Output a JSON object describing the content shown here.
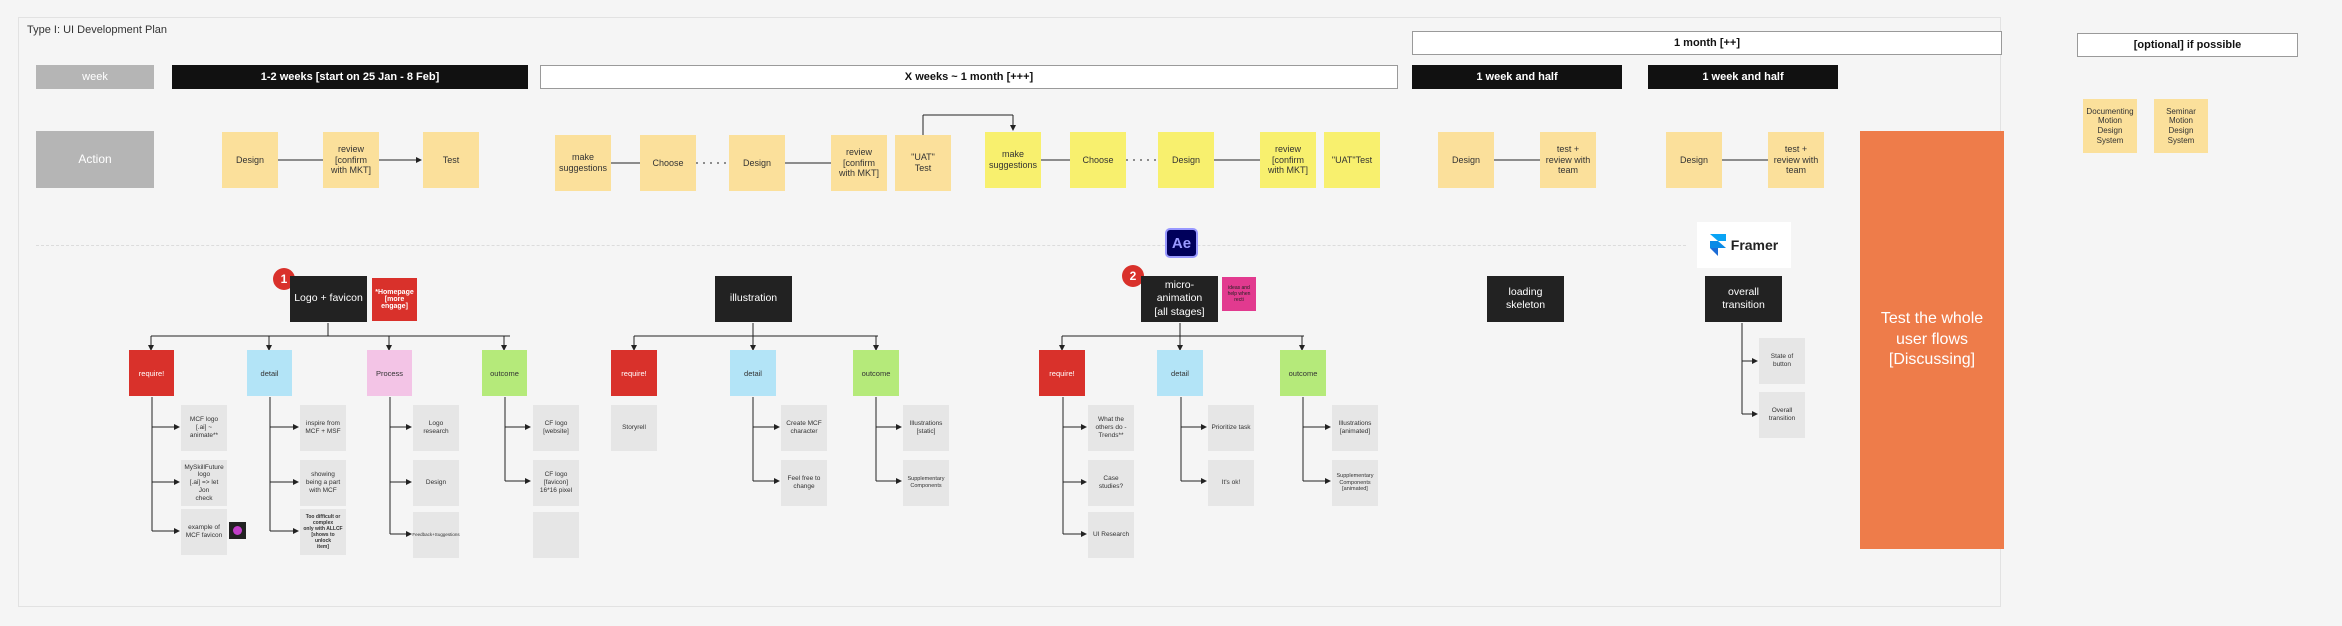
{
  "title": "Type I: UI Development Plan",
  "header": {
    "week": "week",
    "phase1": "1-2 weeks [start on 25 Jan - 8 Feb]",
    "phase2": "X weeks ~ 1 month [+++]",
    "month_overall": "1 month [++]",
    "phase3": "1 week and half",
    "phase4": "1 week and half",
    "optional": "[optional] if possible"
  },
  "action_label": "Action",
  "actions": {
    "p1": [
      "Design",
      "review\n[confirm\nwith MKT]",
      "Test"
    ],
    "p2": [
      "make\nsuggestions",
      "Choose",
      "Design",
      "review\n[confirm\nwith MKT]",
      "\"UAT\"\nTest"
    ],
    "p2b": [
      "make\nsuggestions",
      "Choose",
      "Design",
      "review\n[confirm\nwith MKT]",
      "\"UAT\"Test"
    ],
    "p3": [
      "Design",
      "test +\nreview with\nteam"
    ],
    "p4": [
      "Design",
      "test +\nreview with\nteam"
    ],
    "optional": [
      "Documenting\nMotion\nDesign\nSystem",
      "Seminar\nMotion\nDesign\nSystem"
    ]
  },
  "icons": {
    "ae_label": "Ae",
    "framer_label": "Framer"
  },
  "sections": {
    "logo": {
      "badge": "1",
      "title": "Logo + favicon",
      "note": "*Homepage\n[more\nengage]",
      "tags": [
        "require!",
        "detail",
        "Process",
        "outcome"
      ],
      "require": [
        "MCF logo\n[.ai] ~\nanimate**",
        "MySkillFuture\nlogo\n[.ai] => let Jon\ncheck",
        "example of\nMCF favicon"
      ],
      "detail": [
        "inspire from\nMCF + MSF",
        "showing\nbeing a part\nwith MCF",
        "Too difficult or complex\nonly with ALLCF\n[shows to unlock\nitem]"
      ],
      "process": [
        "Logo\nresearch",
        "Design",
        "Feedback+Suggestions"
      ],
      "outcome": [
        "CF logo\n[website]",
        "CF logo\n[favicon]\n16*16 pixel",
        ""
      ]
    },
    "illustration": {
      "title": "illustration",
      "tags": [
        "require!",
        "detail",
        "outcome"
      ],
      "require": [
        "Storyrell"
      ],
      "detail": [
        "Create MCF\ncharacter",
        "Feel free to\nchange"
      ],
      "outcome": [
        "Illustrations\n[static]",
        "Supplementary\nComponents"
      ]
    },
    "micro": {
      "badge": "2",
      "title": "micro-\nanimation\n[all stages]",
      "note": "ideas and\nhelp when\nrecti",
      "tags": [
        "require!",
        "detail",
        "outcome"
      ],
      "require": [
        "What the\nothers do -\nTrends**",
        "Case\nstudies?",
        "UI Research"
      ],
      "detail": [
        "Prioritize task",
        "It's ok!"
      ],
      "outcome": [
        "Illustrations\n[animated]",
        "Supplementary\nComponents\n[animated]"
      ]
    },
    "loading": {
      "title": "loading\nskeleton"
    },
    "overall": {
      "title": "overall\ntransition",
      "items": [
        "State of\nbutton",
        "Overall\ntransition"
      ]
    },
    "final": "Test the whole\nuser flows\n[Discussing]"
  },
  "colors": {
    "accent_orange": "#ee7c4a",
    "require_red": "#d9312b",
    "sticky_yellow": "#fbe09b",
    "bright_yellow": "#f8f06e"
  }
}
